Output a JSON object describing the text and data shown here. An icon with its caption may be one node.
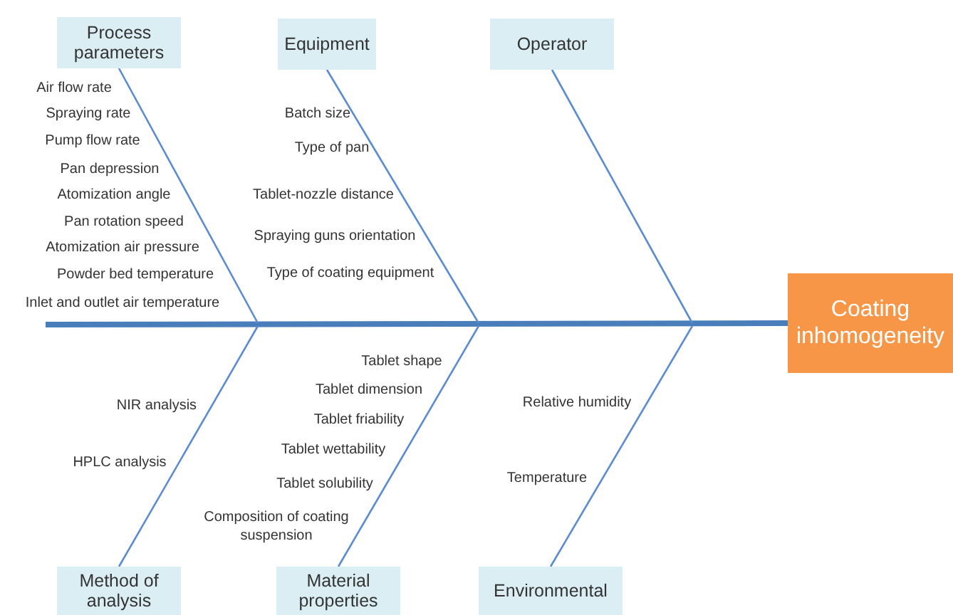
{
  "diagram": {
    "nodes": [
      {
        "text": [
          "Process parameters"
        ]
      },
      {
        "text": [
          "Equipment"
        ]
      },
      {
        "text": [
          "Operator"
        ]
      },
      {
        "text": [
          "Method of analysis"
        ]
      },
      {
        "text": [
          "Material properties"
        ]
      },
      {
        "text": [
          "Environmental"
        ]
      },
      {
        "text": [
          "Coating inhomogeneity"
        ]
      }
    ],
    "edges": [
      {
        "from": null,
        "to": 6,
        "arrow": "none",
        "style": "thick"
      },
      {
        "from": 0,
        "to": null,
        "arrow": "none"
      },
      {
        "from": 1,
        "to": null,
        "arrow": "none"
      },
      {
        "from": 2,
        "to": null,
        "arrow": "none"
      },
      {
        "from": 3,
        "to": null,
        "arrow": "none"
      },
      {
        "from": 4,
        "to": null,
        "arrow": "none"
      },
      {
        "from": 5,
        "to": null,
        "arrow": "none"
      }
    ],
    "labels": [
      "Air flow rate",
      "Spraying rate",
      "Pump flow rate",
      "Pan depression",
      "Atomization angle",
      "Pan rotation speed",
      "Atomization air pressure",
      "Powder bed temperature",
      "Inlet and outlet air temperature",
      "Batch size",
      "Type of pan",
      "Tablet-nozzle distance",
      "Spraying guns orientation",
      "Type of coating equipment",
      "Tablet shape",
      "NIR analysis",
      "Tablet dimension",
      "Relative humidity",
      "Tablet friability",
      "Tablet wettability",
      "HPLC analysis",
      "Tablet solubility",
      "Temperature",
      "Composition of coating suspension"
    ]
  }
}
